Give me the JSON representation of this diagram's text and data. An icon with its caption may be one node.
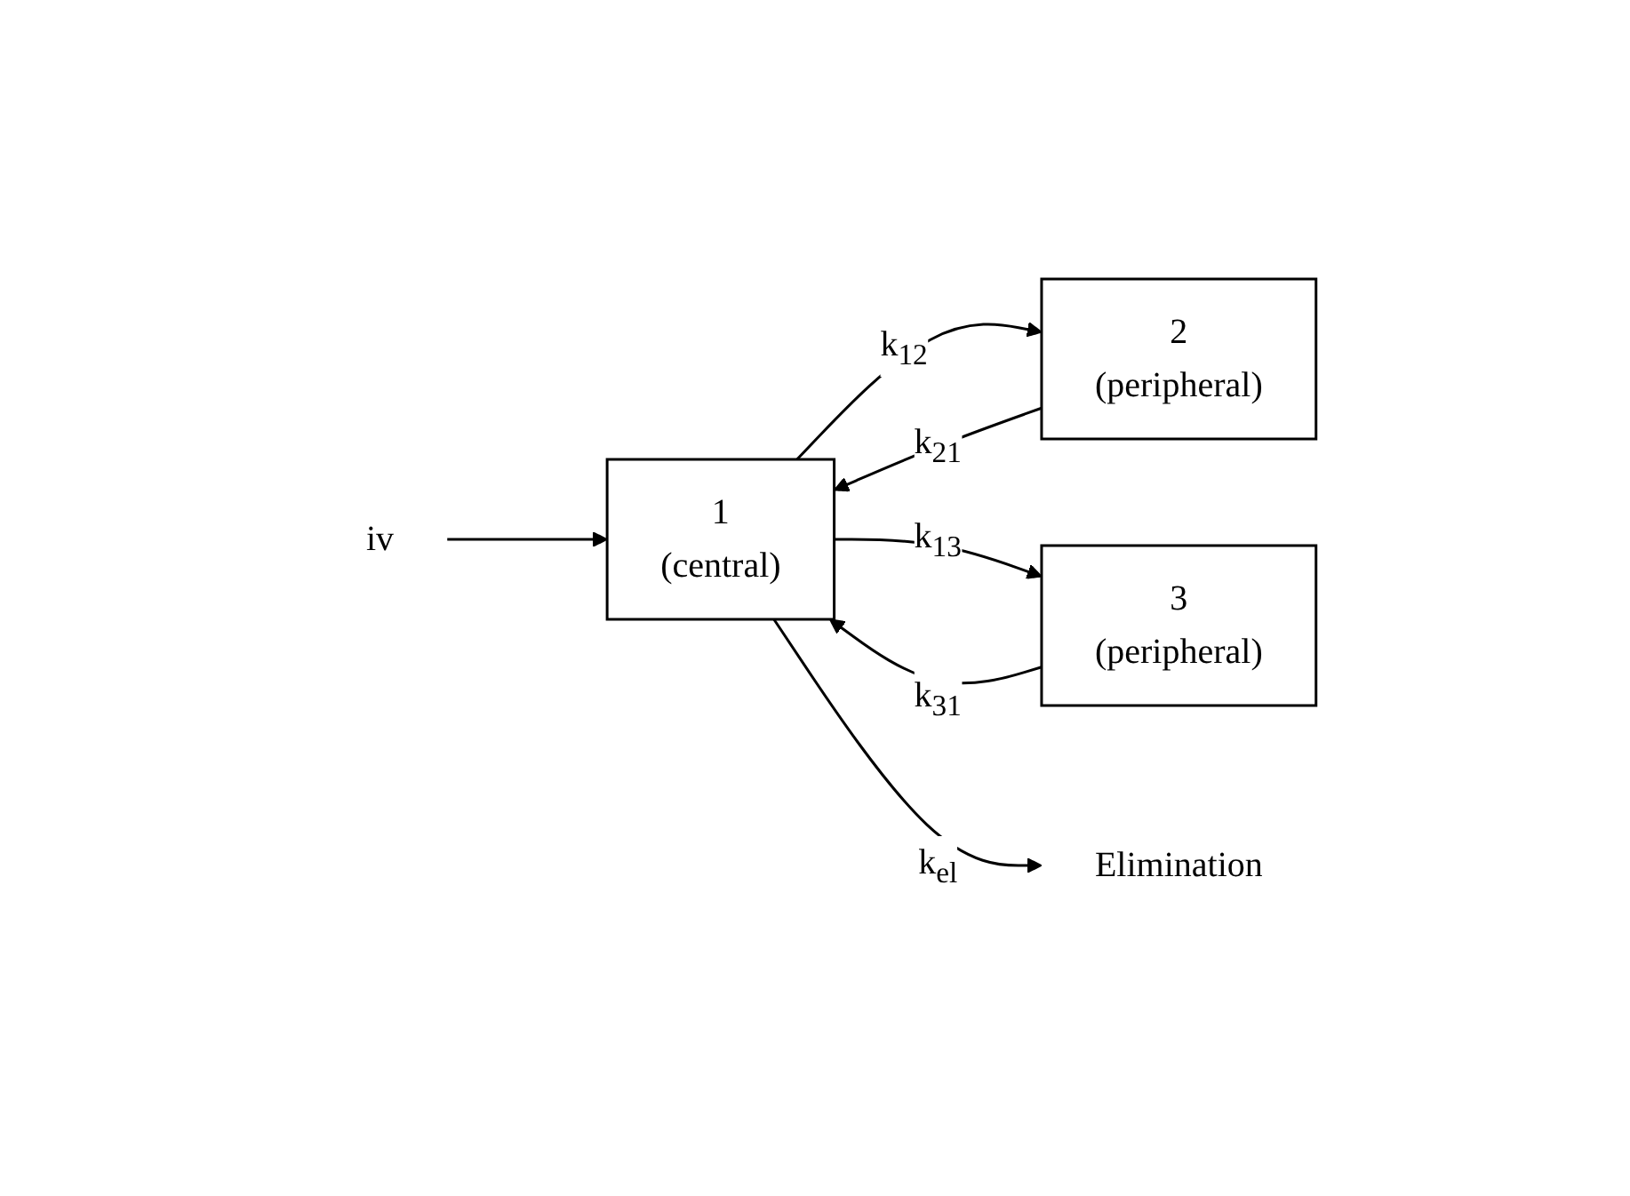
{
  "diagram": {
    "nodes": [
      {
        "text": [
          "iv"
        ]
      },
      {
        "text": [
          "2",
          "(peripheral)"
        ]
      },
      {
        "text": [
          "1",
          "(central)"
        ]
      },
      {
        "text": [
          "3",
          "(peripheral)"
        ]
      },
      {
        "text": [
          "Elimination"
        ]
      }
    ],
    "edges": [
      {
        "from": 0,
        "to": 2,
        "arrow": "to"
      },
      {
        "from": 1,
        "to": 2,
        "arrow": "to",
        "label": "k$_{21}$"
      },
      {
        "from": 2,
        "to": 1,
        "arrow": "to",
        "label": "k$_{12}$"
      },
      {
        "from": 2,
        "to": 3,
        "arrow": "to",
        "label": "k$_{13}$"
      },
      {
        "from": 3,
        "to": 2,
        "arrow": "to",
        "label": "k$_{31}$"
      },
      {
        "from": 2,
        "to": 4,
        "arrow": "to",
        "label": "k$_{el}$"
      }
    ]
  }
}
